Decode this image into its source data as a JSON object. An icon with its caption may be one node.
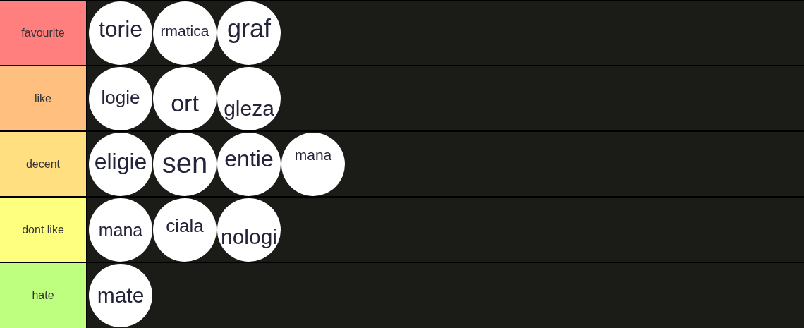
{
  "diagram": {
    "nodes": [
      {
        "text": [
          "favourite"
        ]
      },
      {
        "text": [
          "torie"
        ],
        "in": 0
      },
      {
        "text": [
          "rmatica"
        ],
        "in": 0
      },
      {
        "text": [
          "graf"
        ],
        "in": 0
      },
      {
        "text": [
          "like"
        ]
      },
      {
        "text": [
          "logie"
        ],
        "in": 4
      },
      {
        "text": [
          "ort"
        ],
        "in": 4
      },
      {
        "text": [
          "gleza"
        ],
        "in": 4
      },
      {
        "text": [
          "decent"
        ]
      },
      {
        "text": [
          "eligie"
        ],
        "in": 8
      },
      {
        "text": [
          "sen"
        ],
        "in": 8
      },
      {
        "text": [
          "entie"
        ],
        "in": 8
      },
      {
        "text": [
          "mana"
        ],
        "in": 8
      },
      {
        "text": [
          "dont like"
        ]
      },
      {
        "text": [
          "mana"
        ],
        "in": 13
      },
      {
        "text": [
          "ciala"
        ],
        "in": 13
      },
      {
        "text": [
          "nologi"
        ],
        "in": 13
      },
      {
        "text": [
          "hate"
        ]
      },
      {
        "text": [
          "mate"
        ],
        "in": 17
      }
    ]
  }
}
